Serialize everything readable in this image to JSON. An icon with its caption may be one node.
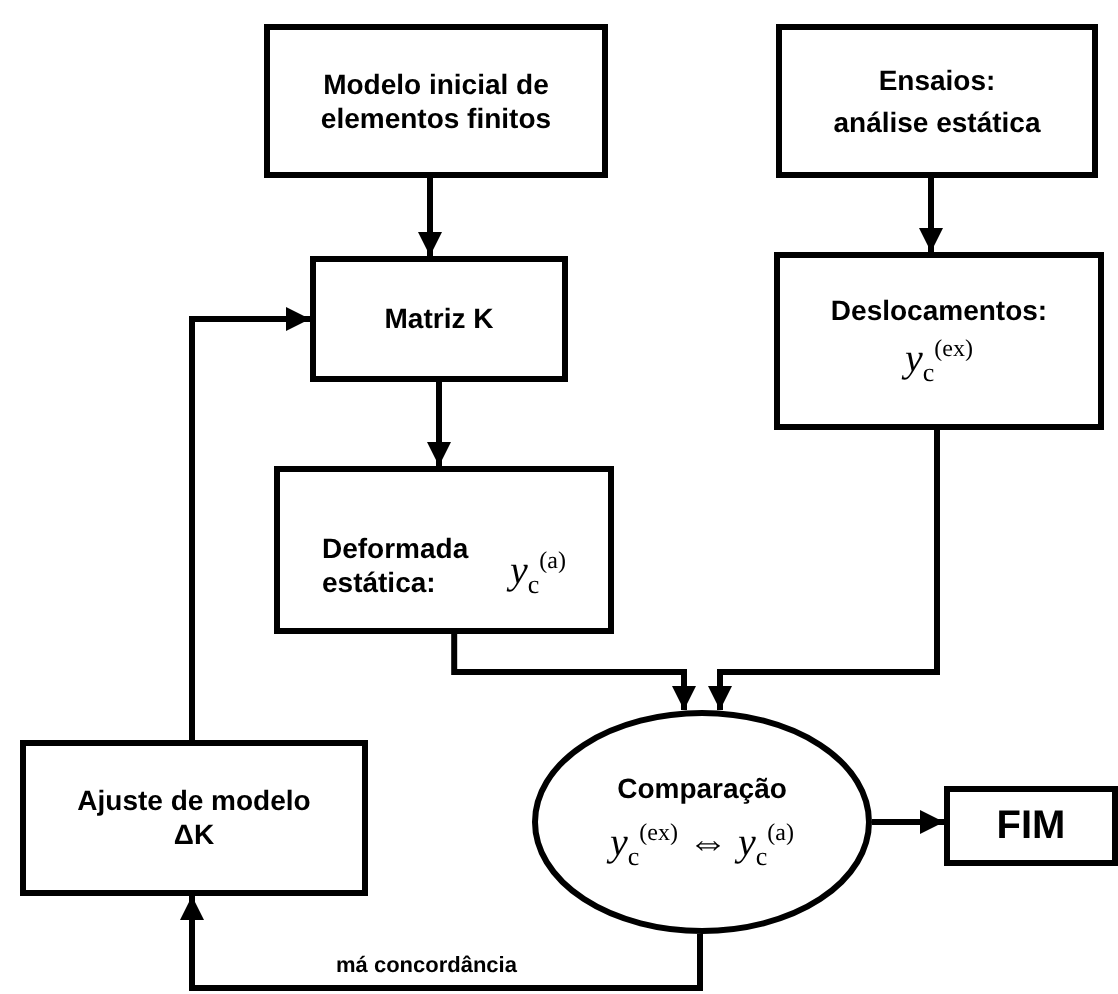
{
  "diagram": {
    "nodes": [
      {
        "text": [
          "Modelo inicial de elementos finitos"
        ]
      },
      {
        "text": [
          "Ensaios:",
          "análise estática"
        ]
      },
      {
        "text": [
          "Matriz K"
        ]
      },
      {
        "text": [
          "Deslocamentos:",
          "*y*$_{c}$$^{(ex)}$"
        ]
      },
      {
        "text": [
          "Deformada estática:",
          "*y*$_{c}$$^{(a)}$"
        ]
      },
      {
        "text": [
          "Comparação",
          "*y*$_{c}$$^{(ex)}$ ⇔ *y*$_{c}$$^{(a)}$"
        ]
      },
      {
        "text": [
          "FIM"
        ]
      },
      {
        "text": [
          "Ajuste de modelo ΔK"
        ]
      }
    ],
    "edges": [
      {
        "from": 0,
        "to": 2,
        "arrow": "to"
      },
      {
        "from": 1,
        "to": 3,
        "arrow": "to"
      },
      {
        "from": 2,
        "to": 4,
        "arrow": "to"
      },
      {
        "from": 4,
        "to": 5,
        "arrow": "to"
      },
      {
        "from": 3,
        "to": 5,
        "arrow": "to"
      },
      {
        "from": 5,
        "to": 6,
        "arrow": "to"
      },
      {
        "from": 5,
        "to": 7,
        "arrow": "to",
        "label": "má concordância"
      },
      {
        "from": 7,
        "to": 2,
        "arrow": "to"
      }
    ]
  }
}
